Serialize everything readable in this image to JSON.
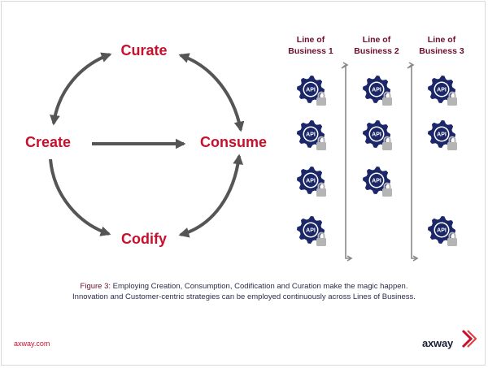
{
  "cycle": {
    "stages": {
      "curate": "Curate",
      "create": "Create",
      "consume": "Consume",
      "codify": "Codify"
    }
  },
  "lines_of_business": {
    "columns": [
      {
        "line1": "Line of",
        "line2": "Business 1",
        "apis": [
          true,
          true,
          true,
          true
        ]
      },
      {
        "line1": "Line of",
        "line2": "Business 2",
        "apis": [
          true,
          true,
          true,
          false
        ]
      },
      {
        "line1": "Line of",
        "line2": "Business 3",
        "apis": [
          true,
          true,
          false,
          true
        ]
      }
    ],
    "api_badge_text": "API"
  },
  "caption": {
    "prefix": "Figure 3:",
    "line1": " Employing Creation, Consumption, Codification and Curation make the magic happen.",
    "line2": "Innovation and Customer-centric strategies can be employed continuously across Lines of Business."
  },
  "footer": {
    "site": "axway.com",
    "logo_text": "axway"
  },
  "colors": {
    "stage_red": "#c8102e",
    "column_title": "#6b0d2c",
    "gear_navy": "#1b2769",
    "lock_gray": "#b5b5b5",
    "arrow_gray": "#555555"
  }
}
